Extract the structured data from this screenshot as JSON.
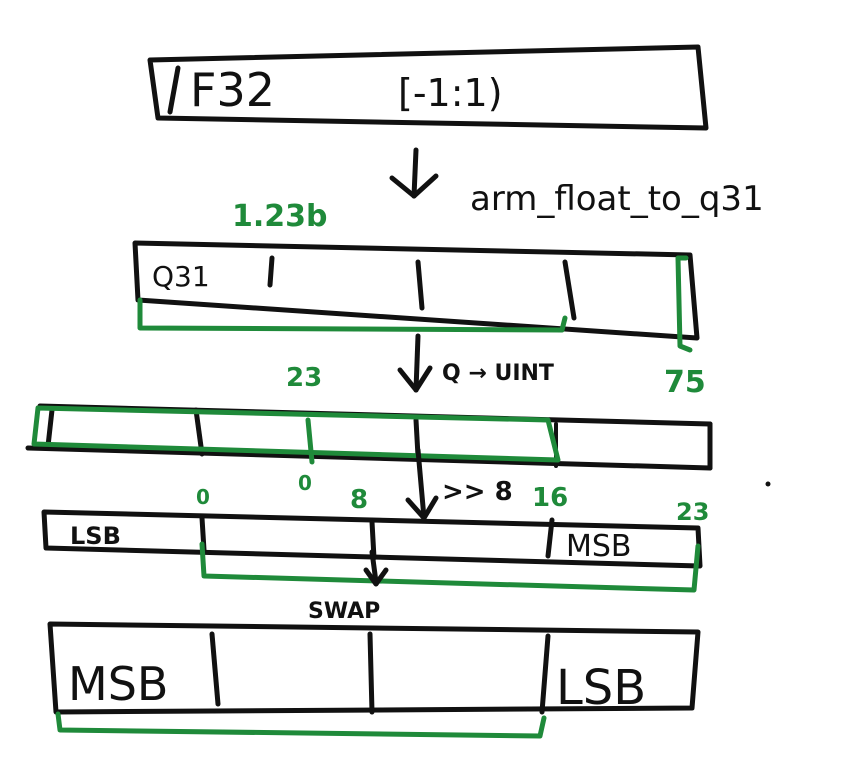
{
  "colors": {
    "ink": "#111111",
    "accent": "#1f8a3a",
    "background": "#ffffff"
  },
  "top_box": {
    "type_label": "F32",
    "range_label": "[-1:1)"
  },
  "step1": {
    "function_label": "arm_float_to_q31"
  },
  "q31_box": {
    "value_label": "1.23b",
    "type_label": "Q31",
    "left_mark": "23",
    "right_mark": "75"
  },
  "step2": {
    "conversion_label": "Q → UINT"
  },
  "shift_box": {
    "shift_label": ">> 8",
    "mark_0a": "0",
    "mark_0b": "0",
    "mark_8": "8",
    "mark_16": "16",
    "mark_23": "23"
  },
  "bytes_box": {
    "lsb_label": "LSB",
    "msb_label": "MSB"
  },
  "step3": {
    "swap_label": "SWAP"
  },
  "final_box": {
    "msb_label": "MSB",
    "lsb_label": "LSB"
  }
}
